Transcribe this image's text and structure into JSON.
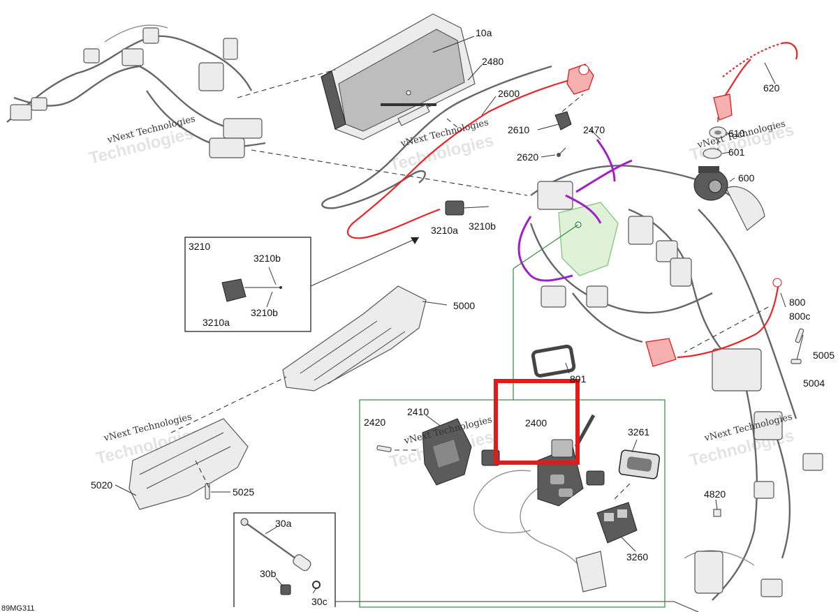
{
  "diagram_code": "89MG311",
  "watermark": "vNext Technologies",
  "highlight_color": "#e11a1a",
  "group_box_color": "#2e8b3a",
  "parts": {
    "p10a": "10a",
    "p2480": "2480",
    "p2600": "2600",
    "p2610": "2610",
    "p2620": "2620",
    "p2470": "2470",
    "p620": "620",
    "p610": "610",
    "p601": "601",
    "p600": "600",
    "p3210": "3210",
    "p3210a": "3210a",
    "p3210b": "3210b",
    "p5000": "5000",
    "p800": "800",
    "p800c": "800c",
    "p801": "801",
    "p5005": "5005",
    "p5004": "5004",
    "p2410": "2410",
    "p2420": "2420",
    "p2400": "2400",
    "p3261": "3261",
    "p3260": "3260",
    "p5020": "5020",
    "p5025": "5025",
    "p30a": "30a",
    "p30b": "30b",
    "p30c": "30c",
    "p4820": "4820"
  }
}
